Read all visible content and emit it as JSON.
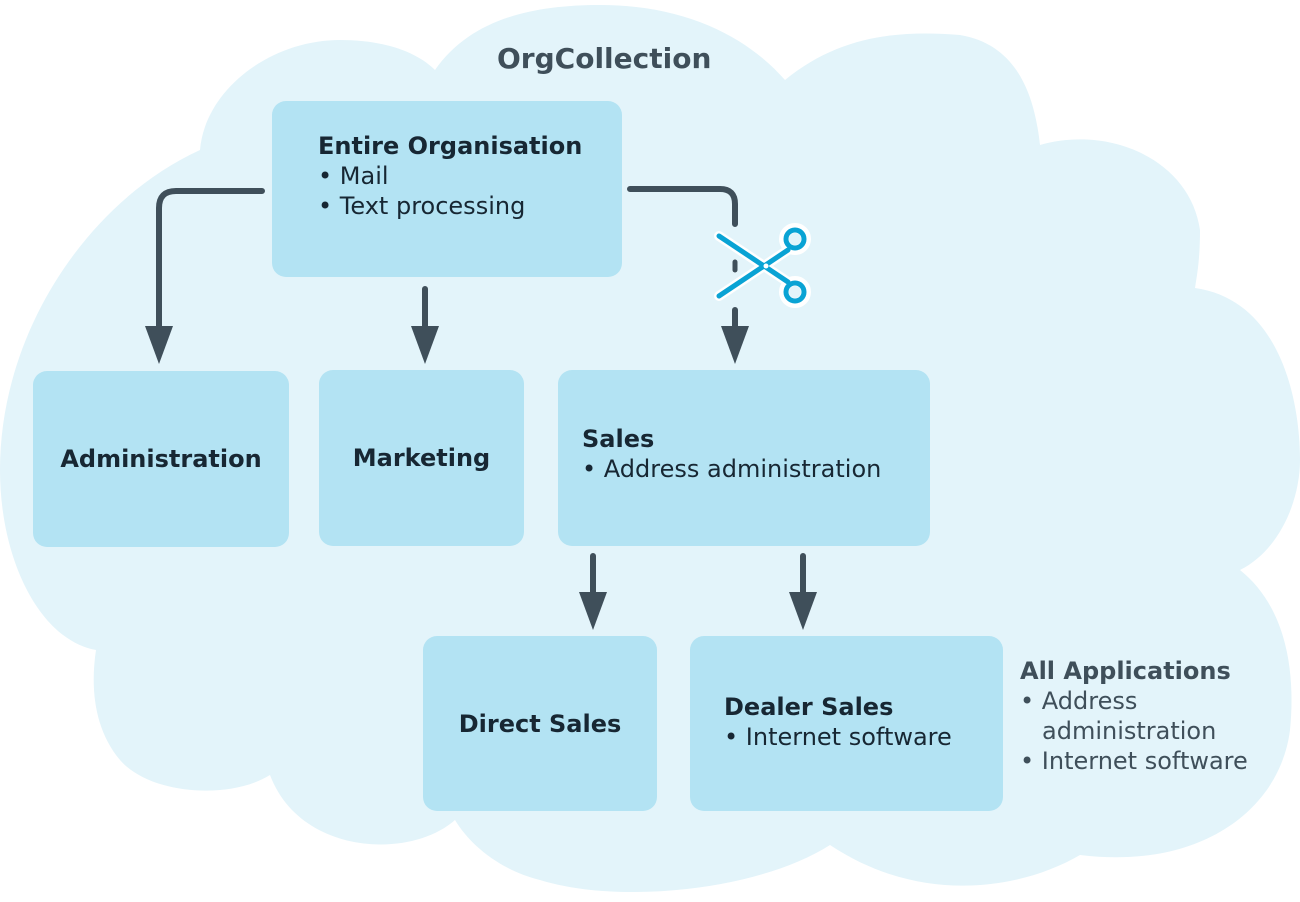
{
  "diagram": {
    "title": "OrgCollection",
    "nodes": {
      "entire": {
        "name": "Entire Organisation",
        "items": [
          "Mail",
          "Text processing"
        ]
      },
      "administration": {
        "name": "Administration"
      },
      "marketing": {
        "name": "Marketing"
      },
      "sales": {
        "name": "Sales",
        "items": [
          "Address administration"
        ]
      },
      "direct_sales": {
        "name": "Direct Sales"
      },
      "dealer_sales": {
        "name": "Dealer Sales",
        "items": [
          "Internet software"
        ]
      }
    },
    "all_applications": {
      "name": "All Applications",
      "items": [
        "Address administration",
        "Internet software"
      ]
    },
    "colors": {
      "cloud": "#e3f4fa",
      "node": "#b3e3f3",
      "arrow": "#3f4f5a",
      "scissors": "#0aa3d4",
      "text": "#172733"
    },
    "icons": {
      "cut": "scissors-icon"
    }
  }
}
